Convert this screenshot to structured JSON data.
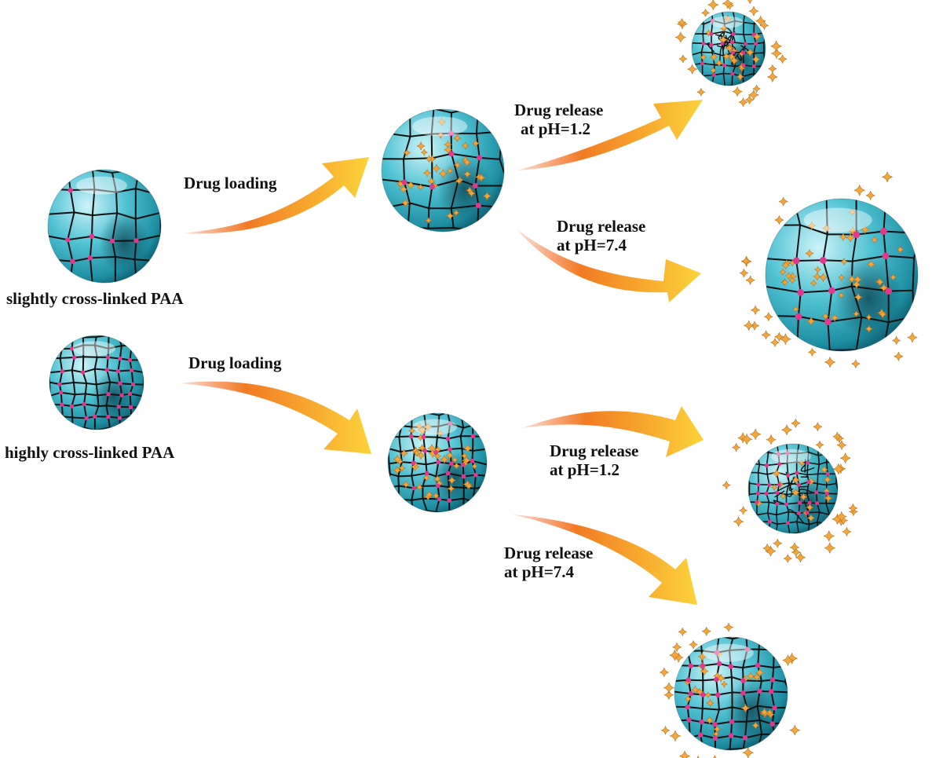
{
  "labels": {
    "slightly": "slightly cross-linked PAA",
    "highly": "highly cross-linked PAA",
    "loading_top": "Drug loading",
    "loading_bottom": "Drug loading",
    "release_top_acid": [
      "Drug release",
      "at pH=1.2"
    ],
    "release_top_base": [
      "Drug release",
      "at pH=7.4"
    ],
    "release_bottom_acid": [
      "Drug release",
      "at pH=1.2"
    ],
    "release_bottom_base": [
      "Drug release",
      "at pH=7.4"
    ]
  },
  "colors": {
    "sphere_light": "#cdf3f8",
    "sphere_mid": "#52c3d3",
    "sphere_dark": "#0d5a6b",
    "crosslink": "#e0388c",
    "chain": "#111111",
    "drug": "#f2a640",
    "arrow_start": "#f05a1e",
    "arrow_end": "#fcd33a"
  }
}
